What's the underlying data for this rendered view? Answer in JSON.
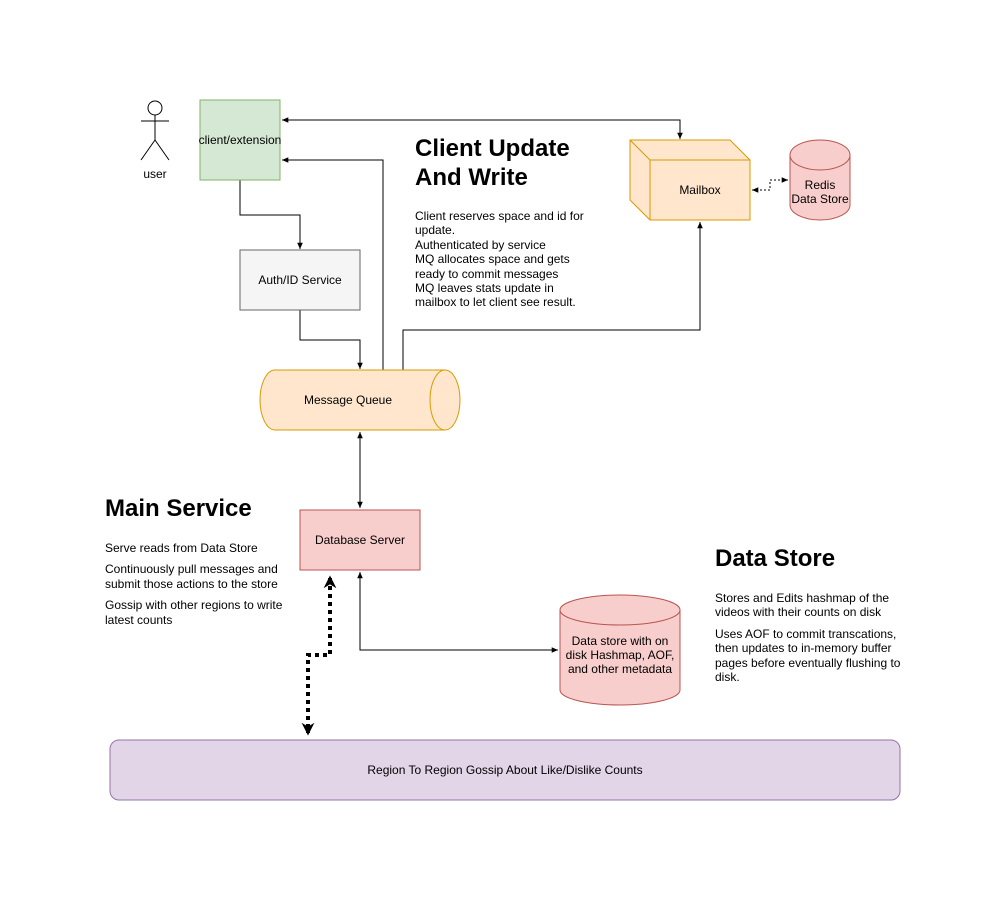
{
  "actor": {
    "label": "user"
  },
  "nodes": {
    "client": "client/extension",
    "auth": "Auth/ID Service",
    "queue": "Message Queue",
    "mailbox": "Mailbox",
    "redis": "Redis\nData Store",
    "db_server": "Database Server",
    "data_store": "Data store with on disk Hashmap, AOF, and other metadata",
    "gossip": "Region To Region Gossip About Like/Dislike Counts"
  },
  "sections": {
    "client_update": {
      "title": "Client Update\nAnd Write",
      "lines": [
        "Client reserves space and id for update.",
        "Authenticated by service",
        "MQ allocates space and gets ready to commit messages",
        "MQ leaves stats update in mailbox to let client see result."
      ]
    },
    "main_service": {
      "title": "Main Service",
      "paragraphs": [
        "Serve reads from Data Store",
        "Continuously pull messages and submit those actions to the store",
        "Gossip with other regions to write latest counts"
      ]
    },
    "data_store": {
      "title": "Data Store",
      "paragraphs": [
        "Stores and Edits hashmap of the videos with their counts on disk",
        "Uses AOF to commit transcations, then updates to in-memory buffer pages before eventually flushing to disk."
      ]
    }
  },
  "colors": {
    "green_fill": "#d5e8d4",
    "green_stroke": "#82b366",
    "gray_fill": "#f5f5f5",
    "gray_stroke": "#666666",
    "orange_fill": "#ffe6cc",
    "orange_stroke": "#d79b00",
    "red_fill": "#f8cecc",
    "red_stroke": "#b85450",
    "purple_fill": "#e1d5e7",
    "purple_stroke": "#9673a6"
  }
}
